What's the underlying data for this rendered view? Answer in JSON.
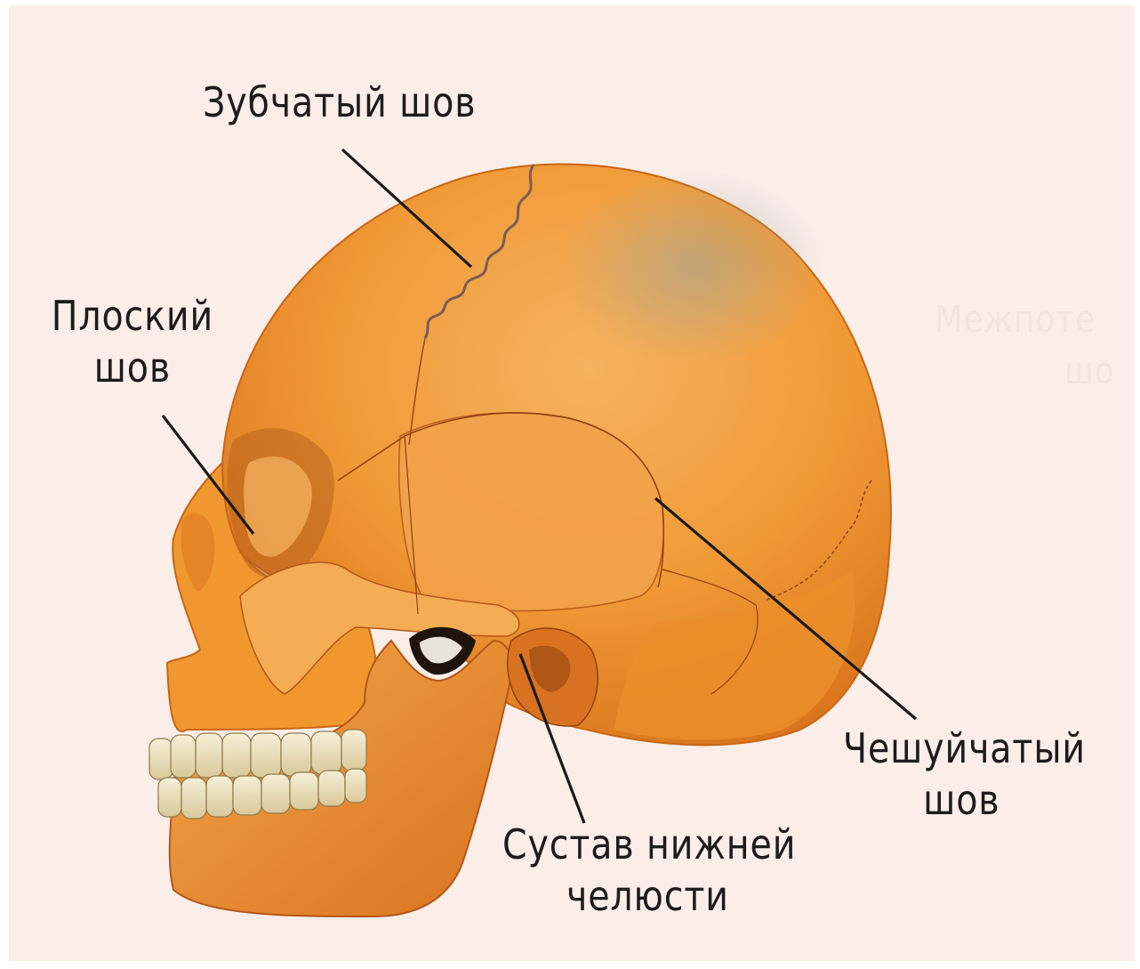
{
  "labels": {
    "coronal_suture": "Зубчатый шов",
    "flat_suture": [
      "Плоский",
      "шов"
    ],
    "squamous_suture": [
      "Чешуйчатый",
      "шов"
    ],
    "jaw_joint": [
      "Сустав нижней",
      "челюсти"
    ],
    "faded_right": [
      "Межпоте",
      "шо"
    ]
  },
  "colors": {
    "background": "#fbeee9",
    "bone": "#f0952e",
    "bone_light": "#f7b45a",
    "bone_shadow": "#c96514",
    "text": "#1c1c1c",
    "leader_line": "#1a1a1a"
  }
}
